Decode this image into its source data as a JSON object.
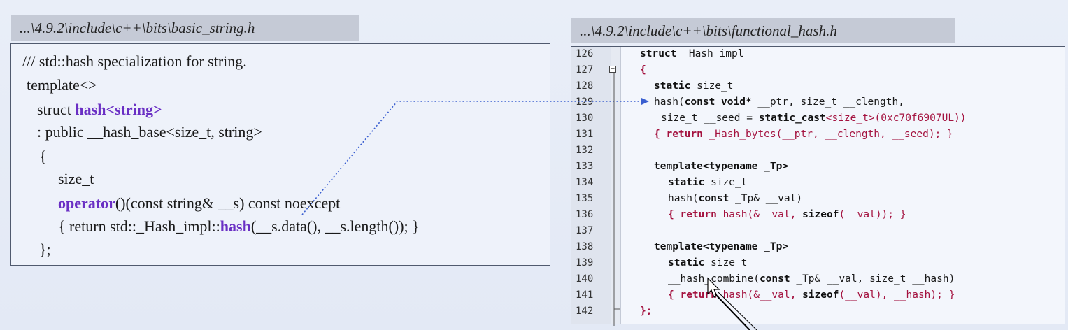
{
  "left_panel": {
    "path": "...\\4.9.2\\include\\c++\\bits\\basic_string.h",
    "lines": {
      "l1": "/// std::hash specialization for string.",
      "l2": "template<>",
      "l3_pre": "struct ",
      "l3_kw": "hash",
      "l3_post": "<string>",
      "l4": ": public __hash_base<size_t, string>",
      "l5": "{",
      "l6": "size_t",
      "l7_kw": "operator",
      "l7_post": "()(const string& __s) const noexcept",
      "l8_pre": "{ return std::_Hash_impl::",
      "l8_kw": "hash",
      "l8_post": "(__s.data(), __s.length()); }",
      "l9": "};"
    }
  },
  "right_panel": {
    "path": "...\\4.9.2\\include\\c++\\bits\\functional_hash.h",
    "line_numbers": [
      "126",
      "127",
      "128",
      "129",
      "130",
      "131",
      "132",
      "133",
      "134",
      "135",
      "136",
      "137",
      "138",
      "139",
      "140",
      "141",
      "142"
    ],
    "code": {
      "c126a": "struct",
      "c126b": " _Hash_impl",
      "c127": "{",
      "c128a": "static",
      "c128b": " size_t",
      "c129a": "hash(",
      "c129b": "const void*",
      "c129c": " __ptr, size_t __clength,",
      "c130a": "size_t __seed = ",
      "c130b": "static_cast",
      "c130c": "<size_t>(0xc70f6907UL))",
      "c131a": "{ return",
      "c131b": " _Hash_bytes(__ptr, __clength, __seed); }",
      "c133a": "template",
      "c133b": "<typename _Tp>",
      "c134a": "static",
      "c134b": " size_t",
      "c135a": "hash(",
      "c135b": "const",
      "c135c": " _Tp& __val)",
      "c136a": "{ return",
      "c136b": " hash(&__val, ",
      "c136c": "sizeof",
      "c136d": "(__val)); }",
      "c138a": "template",
      "c138b": "<typename _Tp>",
      "c139a": "static",
      "c139b": " size_t",
      "c140a": "__hash_combine(",
      "c140b": "const",
      "c140c": " _Tp& __val, size_t __hash)",
      "c141a": "{ return",
      "c141b": " hash(&__val, ",
      "c141c": "sizeof",
      "c141d": "(__val), __hash); }",
      "c142": "};"
    },
    "fold_icon": "minus-box"
  },
  "colors": {
    "keyword_purple": "#6a2fc4",
    "bracket_red": "#a4123f",
    "arrow_blue": "#3a5fd0"
  }
}
